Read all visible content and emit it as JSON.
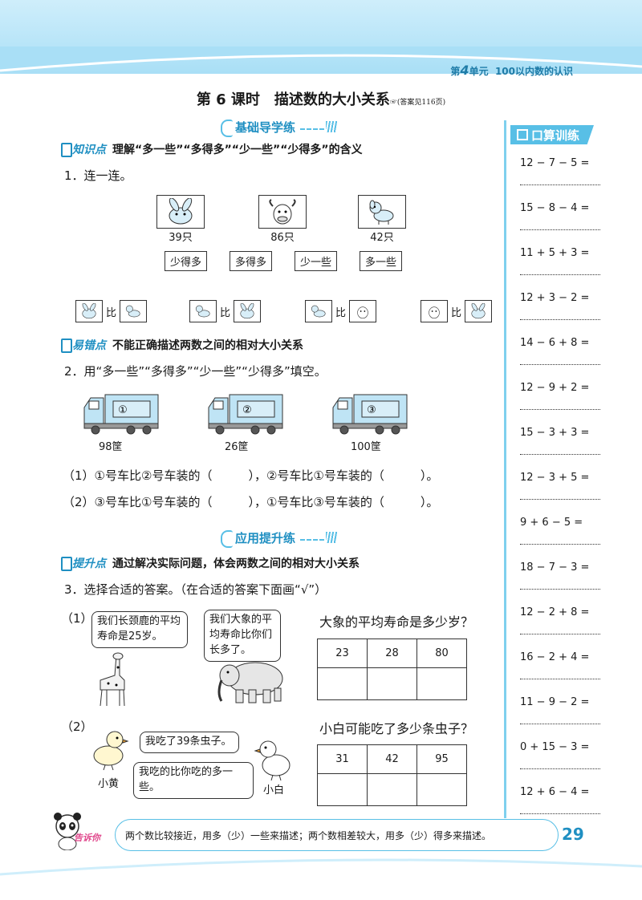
{
  "header": {
    "unit_prefix": "第",
    "unit_number": "4",
    "unit_suffix": "单元",
    "unit_title": "100以内数的认识"
  },
  "lesson": {
    "title": "第 6 课时　描述数的大小关系",
    "answer_ref": "☞(答案见116页)"
  },
  "section1": {
    "banner": "基础导学练",
    "tag1": {
      "label": "知识点",
      "text": "理解“多一些”“多得多”“少一些”“少得多”的含义"
    },
    "q1": {
      "prompt": "1．连一连。",
      "animals": [
        {
          "icon": "rabbit-icon",
          "count": "39只"
        },
        {
          "icon": "cow-icon",
          "count": "86只"
        },
        {
          "icon": "dog-icon",
          "count": "42只"
        }
      ],
      "options": [
        "少得多",
        "多得多",
        "少一些",
        "多一些"
      ],
      "compare_word": "比"
    },
    "tag2": {
      "label": "易错点",
      "text": "不能正确描述两数之间的相对大小关系"
    },
    "q2": {
      "prompt": "2．用“多一些”“多得多”“少一些”“少得多”填空。",
      "trucks": [
        {
          "mark": "①",
          "count": "98筐"
        },
        {
          "mark": "②",
          "count": "26筐"
        },
        {
          "mark": "③",
          "count": "100筐"
        }
      ],
      "line1": "（1）①号车比②号车装的（　　　），②号车比①号车装的（　　　）。",
      "line2": "（2）③号车比①号车装的（　　　），①号车比③号车装的（　　　）。"
    }
  },
  "section2": {
    "banner": "应用提升练",
    "tag": {
      "label": "提升点",
      "text": "通过解决实际问题，体会两数之间的相对大小关系"
    },
    "q3": {
      "prompt": "3．选择合适的答案。（在合适的答案下面画“√”）",
      "part1": {
        "label": "（1）",
        "bubble_giraffe": "我们长颈鹿的平均寿命是25岁。",
        "bubble_elephant": "我们大象的平均寿命比你们长多了。",
        "question": "大象的平均寿命是多少岁？",
        "choices": [
          "23",
          "28",
          "80"
        ]
      },
      "part2": {
        "label": "（2）",
        "bubble_yellow": "我吃了39条虫子。",
        "bubble_white": "我吃的比你吃的多一些。",
        "name_yellow": "小黄",
        "name_white": "小白",
        "question": "小白可能吃了多少条虫子？",
        "choices": [
          "31",
          "42",
          "95"
        ]
      }
    }
  },
  "sidebar": {
    "title": "口算训练",
    "drills": [
      "12 − 7 − 5 =",
      "15 − 8 − 4 =",
      "11 + 5 + 3 =",
      "12 + 3 − 2 =",
      "14 − 6 + 8 =",
      "12 − 9 + 2 =",
      "15 − 3 + 3 =",
      "12 − 3 + 5 =",
      "9 + 6 − 5 =",
      "18 − 7 − 3 =",
      "12 − 2 + 8 =",
      "16 − 2 + 4 =",
      "11 − 9 − 2 =",
      "0 + 15 − 3 =",
      "12 + 6 − 4 ="
    ]
  },
  "footer": {
    "tip_label": "告诉你",
    "tip": "两个数比较接近，用多（少）一些来描述；两个数相差较大，用多（少）得多来描述。",
    "page_number": "29"
  },
  "colors": {
    "accent": "#58bfe6",
    "accent_dark": "#1f8fc2",
    "header_bg": "#cfeefb"
  }
}
